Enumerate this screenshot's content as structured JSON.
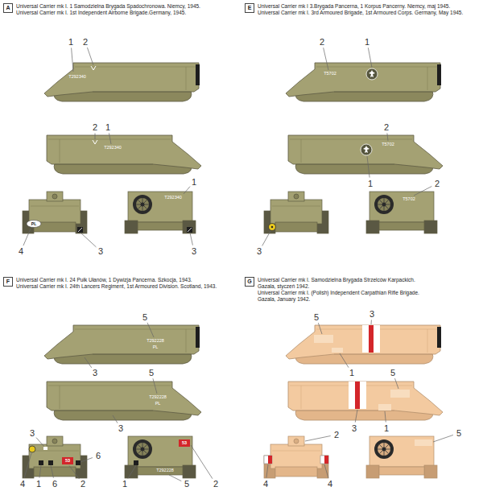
{
  "diagram": {
    "nodes": [
      {
        "text": [
          "A"
        ]
      },
      {
        "text": [
          "E"
        ]
      },
      {
        "text": [
          "F"
        ]
      },
      {
        "text": [
          "G"
        ]
      }
    ],
    "labels": [
      "Universal Carrier mk I. 1 Samodzielna Brygada Spadochronowa. Niemcy, 1945.",
      "Universal Carrier mk I. 1st Independent Airborne Brigade.Germany, 1945.",
      "1",
      "2",
      "T292340",
      "2",
      "1",
      "T292340",
      "PL",
      "4",
      "3",
      "1",
      "T292340",
      "3",
      "Universal Carrier mk I 3.Brygada Pancerna, 1 Korpus Pancerny. Niemcy, maj 1945.",
      "Universal Carrier mk I. 3rd Armoured Brigade, 1st Armoured Corps. Germany, May 1945.",
      "2",
      "1",
      "T5702",
      "2",
      "T5702",
      "1",
      "3",
      "T5702",
      "2",
      "Universal Carrier mk I. 24 Pułk Ułanów, 1 Dywizja Pancerna. Szkocja, 1943.",
      "Universal Carrier mk I. 24th Lancers Regiment, 1st Armoured Division. Scotland, 1943.",
      "5",
      "T292228",
      "PL",
      "3",
      "5",
      "T292228",
      "PL",
      "3",
      "3",
      "53",
      "6",
      "4",
      "1",
      "6",
      "2",
      "1",
      "53",
      "T292228",
      "5",
      "2",
      "Universal Carrier mk I. Samodzielna Brygada Strzelców Karpackich.",
      "Gazala, styczeń 1942.",
      "Universal Carrier mk I. (Polish) Independent Carpathian Rifle Brigade.",
      "Gazala, January 1942.",
      "5",
      "3",
      "1",
      "5",
      "3",
      "1",
      "2",
      "4",
      "4",
      "5"
    ]
  }
}
